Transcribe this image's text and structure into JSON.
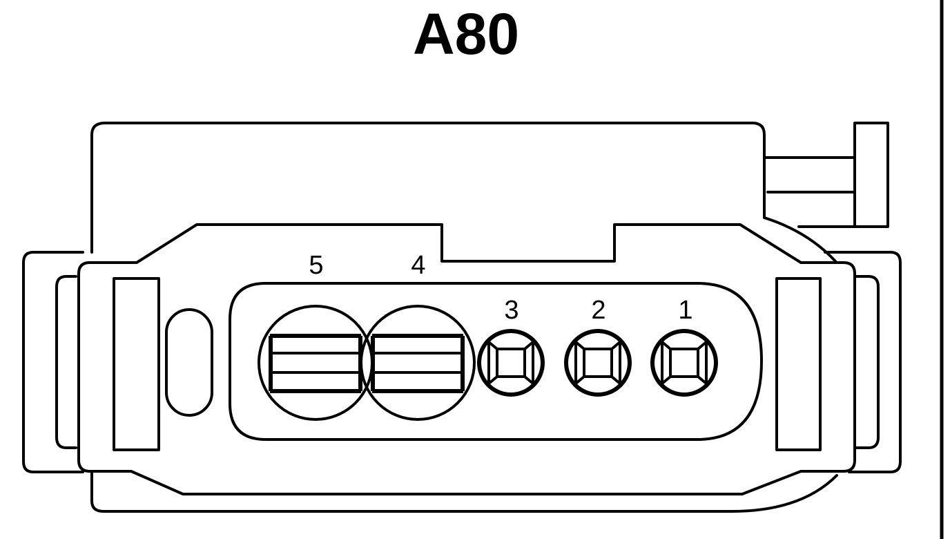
{
  "connector": {
    "id": "A80"
  },
  "pins": [
    {
      "number": "5",
      "shape": "large-round-flat"
    },
    {
      "number": "4",
      "shape": "large-round-flat"
    },
    {
      "number": "3",
      "shape": "small-round-square"
    },
    {
      "number": "2",
      "shape": "small-round-square"
    },
    {
      "number": "1",
      "shape": "small-round-square"
    }
  ],
  "colors": {
    "line": "#000000",
    "background": "#ffffff"
  }
}
